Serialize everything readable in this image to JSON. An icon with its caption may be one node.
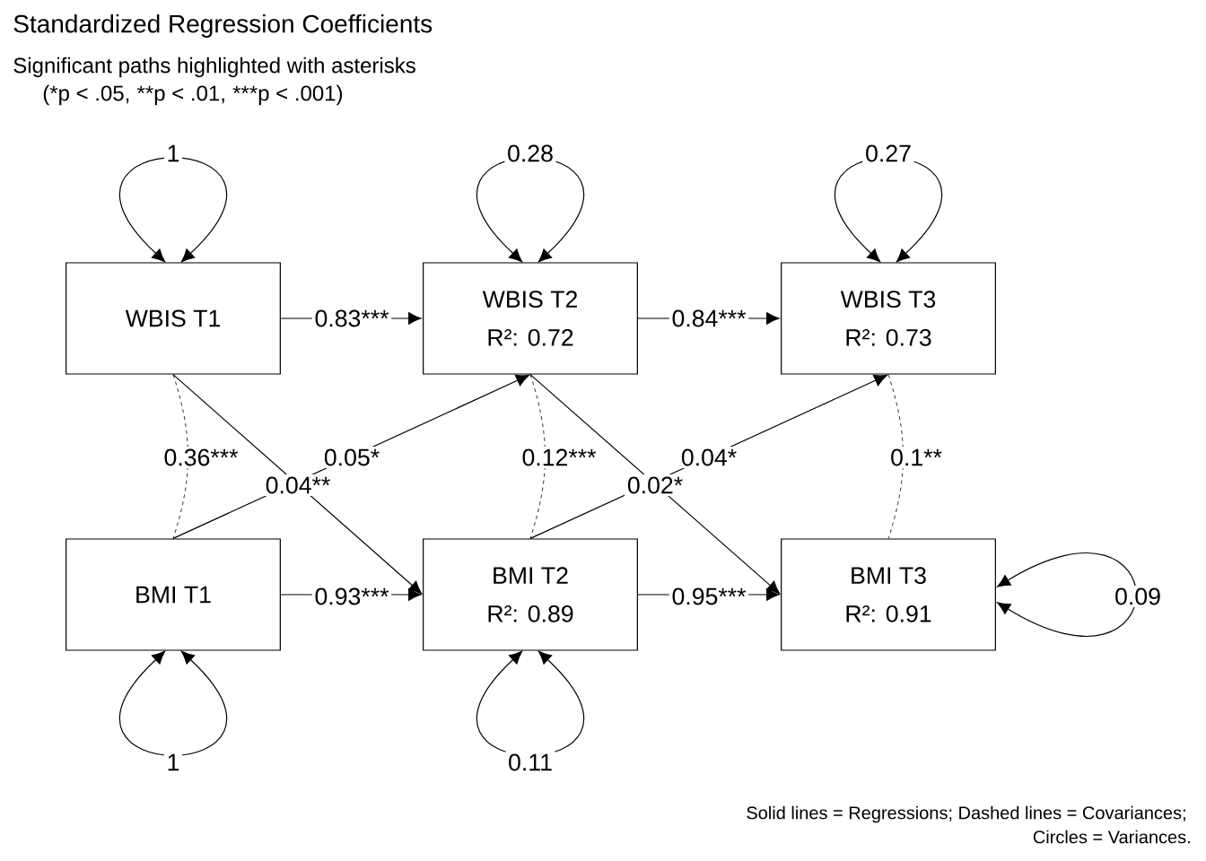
{
  "diagram": {
    "title": "Standardized Regression Coefficients",
    "nodes": [
      {
        "text": [
          "WBIS T1"
        ]
      },
      {
        "text": [
          "WBIS T2",
          "R²: 0.72"
        ]
      },
      {
        "text": [
          "WBIS T3",
          "R²: 0.73"
        ]
      },
      {
        "text": [
          "BMI T1"
        ]
      },
      {
        "text": [
          "BMI T2",
          "R²: 0.89"
        ]
      },
      {
        "text": [
          "BMI T3",
          "R²: 0.91"
        ]
      }
    ],
    "edges": [
      {
        "from": 0,
        "to": 1,
        "arrow": "to",
        "label": "0.83***"
      },
      {
        "from": 1,
        "to": 2,
        "arrow": "to",
        "label": "0.84***"
      },
      {
        "from": 3,
        "to": 4,
        "arrow": "to",
        "label": "0.93***"
      },
      {
        "from": 4,
        "to": 5,
        "arrow": "to",
        "label": "0.95***"
      },
      {
        "from": 0,
        "to": 4,
        "arrow": "to",
        "label": "0.04**"
      },
      {
        "from": 3,
        "to": 1,
        "arrow": "to",
        "label": "0.05*"
      },
      {
        "from": 1,
        "to": 5,
        "arrow": "to",
        "label": "0.02*"
      },
      {
        "from": 4,
        "to": 2,
        "arrow": "to",
        "label": "0.04*"
      },
      {
        "from": 0,
        "to": 3,
        "arrow": "none",
        "style": "dashed",
        "label": "0.36***"
      },
      {
        "from": 1,
        "to": 4,
        "arrow": "none",
        "style": "dashed",
        "label": "0.12***"
      },
      {
        "from": 2,
        "to": 5,
        "arrow": "none",
        "style": "dashed",
        "label": "0.1**"
      },
      {
        "from": 0,
        "to": 0,
        "arrow": "both",
        "label": "1"
      },
      {
        "from": 1,
        "to": 1,
        "arrow": "both",
        "label": "0.28"
      },
      {
        "from": 2,
        "to": 2,
        "arrow": "both",
        "label": "0.27"
      },
      {
        "from": 3,
        "to": 3,
        "arrow": "both",
        "label": "1"
      },
      {
        "from": 4,
        "to": 4,
        "arrow": "both",
        "label": "0.11"
      },
      {
        "from": 5,
        "to": 5,
        "arrow": "both",
        "label": "0.09"
      }
    ],
    "labels": [
      "Significant paths highlighted with asterisks",
      "(*p < .05,",
      "**p < .01,",
      "***p < .001)",
      "Solid lines = Regressions; Dashed lines = Covariances;",
      "Circles = Variances."
    ]
  }
}
